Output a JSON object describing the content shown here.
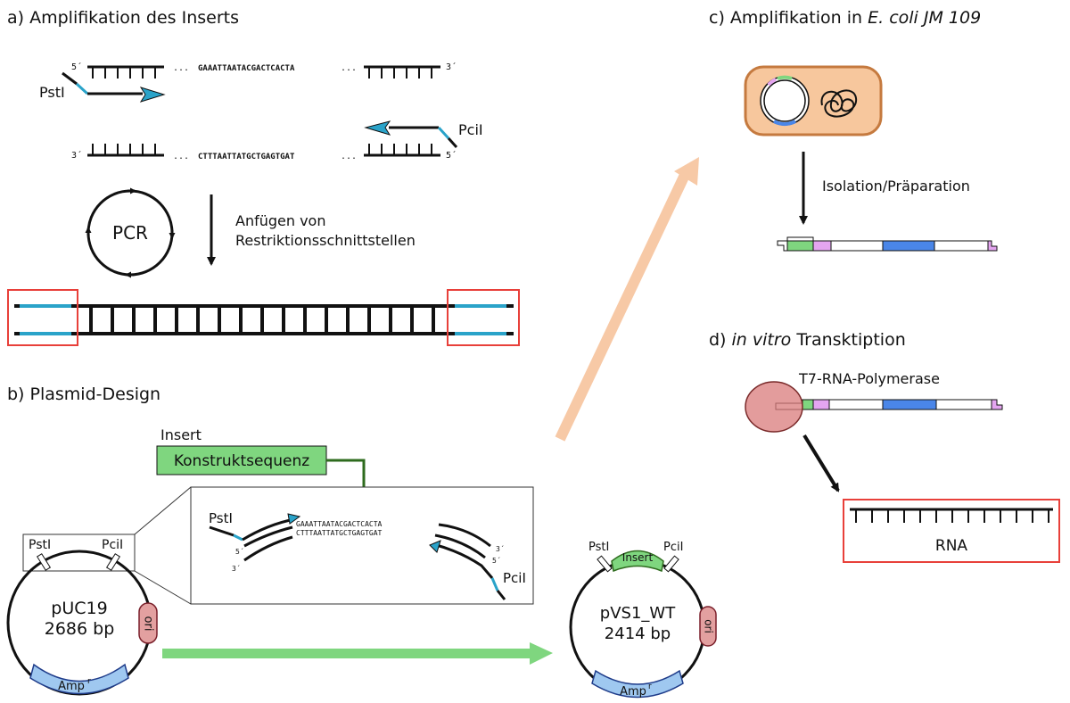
{
  "section_a": {
    "title": "a) Amplifikation des Inserts",
    "top_strand_seq": "GAAATTAATACGACTCACTA",
    "bottom_strand_seq": "CTTTAATTATGCTGAGTGAT",
    "dots": "...",
    "prime5": "5´",
    "prime3": "3´",
    "primer_left": "PstI",
    "primer_right": "PciI",
    "pcr_label": "PCR",
    "arrow_label_line1": "Anfügen von",
    "arrow_label_line2": "Restriktionsschnittstellen"
  },
  "section_b": {
    "title": "b) Plasmid-Design",
    "insert_caption": "Insert",
    "insert_box": "Konstruktsequenz",
    "zoom_pstI": "PstI",
    "zoom_pciI": "PciI",
    "zoom_seq_top": "GAAATTAATACGACTCACTA",
    "zoom_seq_bottom": "CTTTAATTATGCTGAGTGAT",
    "zoom_5": "5´",
    "zoom_3": "3´",
    "plasmid1": {
      "name": "pUC19",
      "size": "2686 bp",
      "site_left": "PstI",
      "site_right": "PciI",
      "ori": "ori",
      "amp": "Amp",
      "amp_sup": "r"
    },
    "plasmid2": {
      "name": "pVS1_WT",
      "size": "2414 bp",
      "site_left": "PstI",
      "site_right": "PciI",
      "insert": "Insert",
      "ori": "ori",
      "amp": "Amp",
      "amp_sup": "r"
    }
  },
  "section_c": {
    "title_prefix": "c) Amplifikation in ",
    "title_italic": "E. coli JM 109",
    "arrow_label": "Isolation/Präparation"
  },
  "section_d": {
    "title_prefix": "d) ",
    "title_italic": "in vitro",
    "title_suffix": " Transktiption",
    "polymerase": "T7-RNA-Polymerase",
    "rna_label": "RNA"
  },
  "colors": {
    "cyan": "#2aa3c9",
    "red_box": "#e8403a",
    "green": "#7fd67f",
    "green_dark": "#2e6b1e",
    "pink": "#e3a0a0",
    "blue": "#4a86e8",
    "light_blue": "#9fc8f0",
    "violet": "#e4a5f0",
    "cell_fill": "#f7c79d",
    "cell_stroke": "#c57a3f",
    "peach_arrow": "#f7c9a6"
  }
}
